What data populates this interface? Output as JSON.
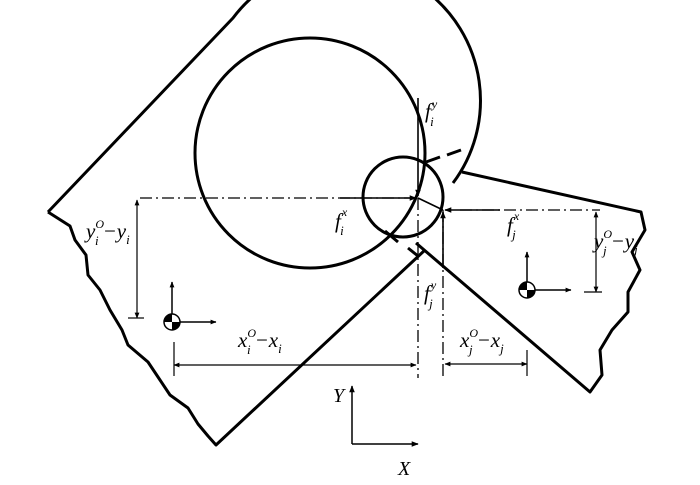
{
  "labels": {
    "fiy": {
      "base": "f",
      "sub": "i",
      "sup": "y"
    },
    "fix": {
      "base": "f",
      "sub": "i",
      "sup": "x"
    },
    "fjx": {
      "base": "f",
      "sub": "j",
      "sup": "x"
    },
    "fjy": {
      "base": "f",
      "sub": "j",
      "sup": "y"
    },
    "dyi": {
      "a": "y",
      "a_sub": "i",
      "a_sup": "O",
      "dash": "−",
      "b": "y",
      "b_sub": "i"
    },
    "dyj": {
      "a": "y",
      "a_sub": "j",
      "a_sup": "O",
      "dash": "−",
      "b": "y",
      "b_sub": "j"
    },
    "dxi": {
      "a": "x",
      "a_sub": "i",
      "a_sup": "O",
      "dash": "−",
      "b": "x",
      "b_sub": "i"
    },
    "dxj": {
      "a": "x",
      "a_sub": "j",
      "a_sup": "O",
      "dash": "−",
      "b": "x",
      "b_sub": "j"
    }
  },
  "axes": {
    "x_label": "X",
    "y_label": "Y"
  },
  "colors": {
    "ink": "#000000",
    "paper": "#ffffff"
  }
}
